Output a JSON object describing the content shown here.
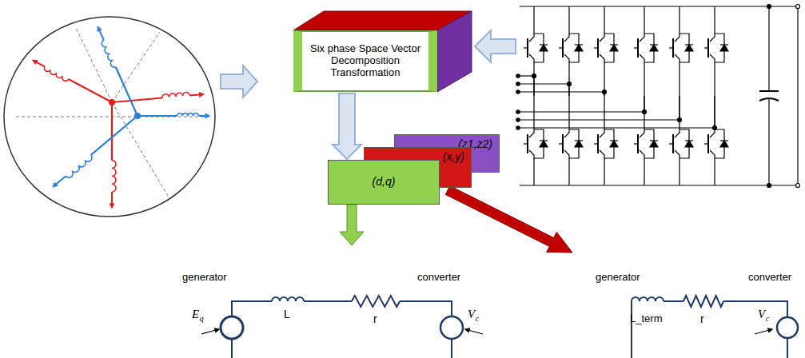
{
  "diagram": {
    "nodes": [
      {
        "text": [
          "Six phase Space Vector Decomposition Transformation"
        ]
      },
      {
        "text": [
          "(z1,z2)"
        ]
      },
      {
        "text": [
          "(x,y)"
        ]
      },
      {
        "text": [
          "(d,q)"
        ]
      }
    ],
    "edges": [
      {
        "from": 0,
        "to": 3,
        "arrow": "to"
      }
    ],
    "labels": [
      "generator",
      "converter",
      "E",
      "q",
      "L",
      "r",
      "V",
      "c",
      "generator",
      "L_term",
      "r",
      "converter",
      "V",
      "c"
    ]
  }
}
